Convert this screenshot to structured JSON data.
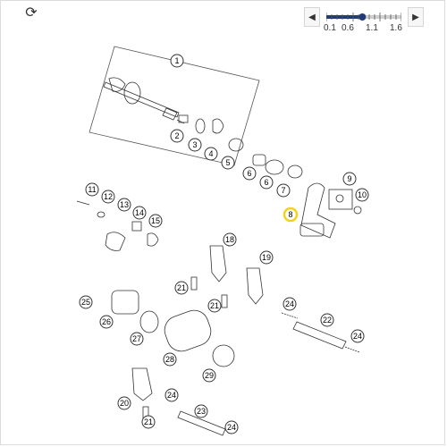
{
  "toolbar": {
    "refresh_icon": "refresh-icon",
    "zoom": {
      "prev_label": "◀",
      "next_label": "▶",
      "tick_labels": [
        "0.1",
        "0.6",
        "1.1",
        "1.6"
      ],
      "level_fraction": 0.48
    }
  },
  "diagram": {
    "highlight_color": "#f2d21b",
    "callouts": [
      "1",
      "2",
      "3",
      "4",
      "5",
      "6",
      "6",
      "7",
      "8",
      "9",
      "10",
      "11",
      "12",
      "13",
      "14",
      "15",
      "18",
      "19",
      "21",
      "21",
      "22",
      "24",
      "24",
      "25",
      "26",
      "27",
      "28",
      "29",
      "20",
      "21",
      "24",
      "23",
      "24"
    ],
    "highlighted": "8"
  }
}
